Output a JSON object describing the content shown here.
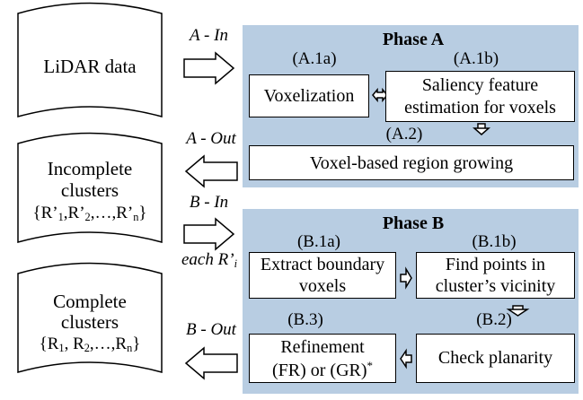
{
  "cylinders": {
    "lidar": {
      "lines": [
        "LiDAR data"
      ]
    },
    "incomplete": {
      "lines": [
        "Incomplete",
        "clusters"
      ]
    },
    "complete": {
      "lines": [
        "Complete",
        "clusters"
      ]
    }
  },
  "phase_a": {
    "title": "Phase A",
    "a1a_code": "(A.1a)",
    "a1b_code": "(A.1b)",
    "a2_code": "(A.2)",
    "voxelization": "Voxelization",
    "saliency_line1": "Saliency feature",
    "saliency_line2": "estimation for voxels",
    "region_growing": "Voxel-based region growing"
  },
  "phase_b": {
    "title": "Phase B",
    "b1a_code": "(B.1a)",
    "b1b_code": "(B.1b)",
    "b2_code": "(B.2)",
    "b3_code": "(B.3)",
    "extract_line1": "Extract boundary",
    "extract_line2": "voxels",
    "find_line1": "Find points in",
    "find_line2": "cluster’s vicinity",
    "check_planarity": "Check planarity",
    "refinement_line1": "Refinement",
    "refinement_line2": "(FR) or (GR)",
    "refinement_sup": "*"
  },
  "flow_labels": {
    "a_in": "A - In",
    "a_out": "A - Out",
    "b_in": "B - In",
    "each_r": "each R’",
    "each_r_sub": "i",
    "b_out": "B - Out"
  },
  "sets": {
    "incomplete": {
      "open": "{R’",
      "s1": "1",
      "mid1": ",R’",
      "s2": "2",
      "mid2": ",…,R’",
      "sn": "n",
      "close": "}"
    },
    "complete": {
      "open": "{R",
      "s1": "1",
      "mid1": ", R",
      "s2": "2",
      "mid2": ",…,R",
      "sn": "n",
      "close": "}"
    }
  },
  "colors": {
    "panel": "#b8cde2",
    "stroke": "#000000",
    "box_fill": "#ffffff"
  }
}
